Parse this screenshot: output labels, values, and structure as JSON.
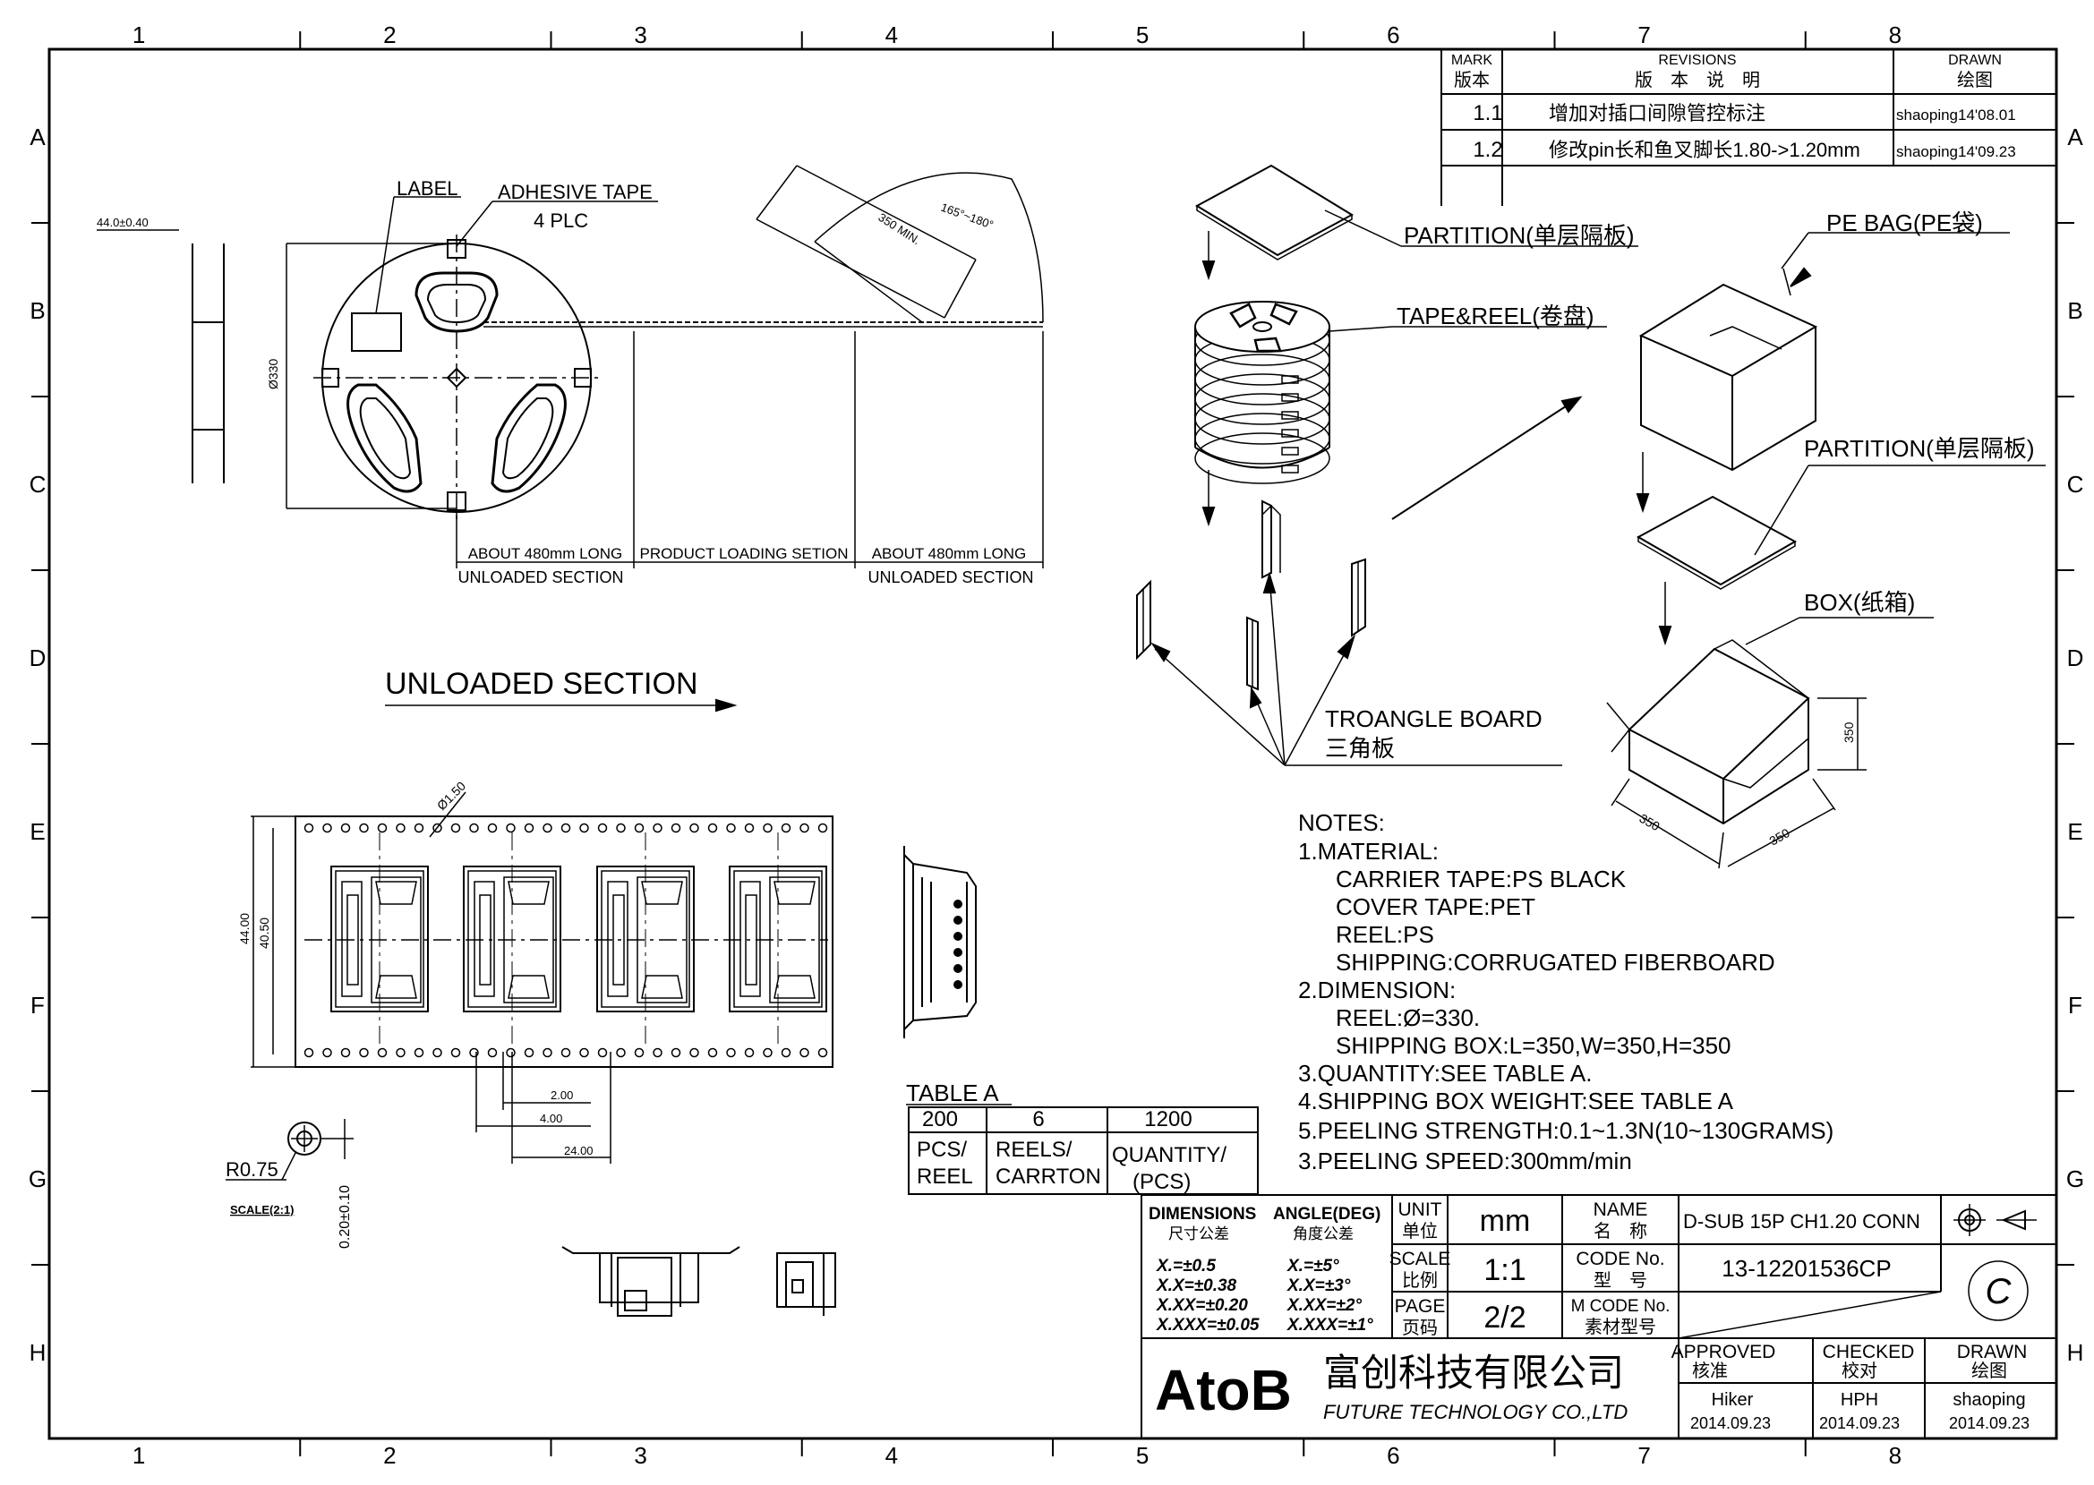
{
  "grid": {
    "cols": [
      "1",
      "2",
      "3",
      "4",
      "5",
      "6",
      "7",
      "8"
    ],
    "rows": [
      "A",
      "B",
      "C",
      "D",
      "E",
      "F",
      "G",
      "H"
    ]
  },
  "revisions": {
    "mark_header_en": "MARK",
    "mark_header_cn": "版本",
    "rev_header_en": "REVISIONS",
    "rev_header_cn": "版　本　说　明",
    "drawn_header_en": "DRAWN",
    "drawn_header_cn": "绘图",
    "rows": [
      {
        "mark": "1.1",
        "desc": "增加对插口间隙管控标注",
        "drawn": "shaoping14'08.01"
      },
      {
        "mark": "1.2",
        "desc": "修改pin长和鱼叉脚长1.80->1.20mm",
        "drawn": "shaoping14'09.23"
      }
    ]
  },
  "reel_view": {
    "width_dim": "44.0±0.40",
    "dia_dim": "Ø330",
    "label": "LABEL",
    "adhesive": "ADHESIVE TAPE",
    "plc": "4 PLC",
    "angle_dim": "165°~180°",
    "min_dim": "350 MIN.",
    "sec1_top": "ABOUT 480mm LONG",
    "sec1_bot": "UNLOADED SECTION",
    "sec2_top": "PRODUCT LOADING SETION",
    "sec3_top": "ABOUT 480mm LONG",
    "sec3_bot": "UNLOADED SECTION"
  },
  "unloaded_section_title": "UNLOADED SECTION",
  "tape_view": {
    "hole_dim": "Ø1.50",
    "h44": "44.00",
    "h40": "40.50",
    "p2": "2.00",
    "p4": "4.00",
    "p24": "24.00",
    "r075": "R0.75",
    "scale": "SCALE(2:1)",
    "t020": "0.20±0.10"
  },
  "packing": {
    "partition1": "PARTITION(单层隔板)",
    "tape_reel": "TAPE&REEL(卷盘)",
    "pe_bag": "PE BAG(PE袋)",
    "partition2": "PARTITION(单层隔板)",
    "box": "BOX(纸箱)",
    "box_h": "350",
    "box_l": "350",
    "box_w": "350",
    "triangle_en": "TROANGLE BOARD",
    "triangle_cn": "三角板"
  },
  "notes": {
    "title": "NOTES:",
    "lines": [
      "1.MATERIAL:",
      "CARRIER TAPE:PS BLACK",
      "COVER TAPE:PET",
      "REEL:PS",
      "SHIPPING:CORRUGATED FIBERBOARD",
      "2.DIMENSION:",
      "REEL:Ø=330.",
      "SHIPPING BOX:L=350,W=350,H=350",
      "3.QUANTITY:SEE TABLE A.",
      "4.SHIPPING BOX WEIGHT:SEE TABLE A",
      "5.PEELING STRENGTH:0.1~1.3N(10~130GRAMS)",
      "3.PEELING SPEED:300mm/min"
    ]
  },
  "table_a": {
    "title": "TABLE A",
    "row1": [
      "200",
      "6",
      "1200"
    ],
    "row2a": [
      "PCS/",
      "REELS/",
      "QUANTITY/"
    ],
    "row2b": [
      "REEL",
      "CARRTON",
      "(PCS)"
    ]
  },
  "title_block": {
    "dim_en": "DIMENSIONS",
    "dim_cn": "尺寸公差",
    "ang_en": "ANGLE(DEG)",
    "ang_cn": "角度公差",
    "tol": [
      "X.=±0.5",
      "X.X=±0.38",
      "X.XX=±0.20",
      "X.XXX=±0.05"
    ],
    "ang": [
      "X.=±5°",
      "X.X=±3°",
      "X.XX=±2°",
      "X.XXX=±1°"
    ],
    "unit_en": "UNIT",
    "unit_cn": "单位",
    "unit_val": "mm",
    "scale_en": "SCALE",
    "scale_cn": "比例",
    "scale_val": "1:1",
    "page_en": "PAGE",
    "page_cn": "页码",
    "page_val": "2/2",
    "name_en": "NAME",
    "name_cn": "名　称",
    "name_val": "D-SUB 15P CH1.20 CONN",
    "code_en": "CODE No.",
    "code_cn": "型　号",
    "code_val": "13-12201536CP",
    "mcode_en": "M CODE No.",
    "mcode_cn": "素材型号",
    "company_logo": "AtoB",
    "company_cn": "富创科技有限公司",
    "company_en": "FUTURE TECHNOLOGY CO.,LTD",
    "approved_en": "APPROVED",
    "approved_cn": "核准",
    "checked_en": "CHECKED",
    "checked_cn": "校对",
    "drawn_en": "DRAWN",
    "drawn_cn": "绘图",
    "approved_name": "Hiker",
    "checked_name": "HPH",
    "drawn_name": "shaoping",
    "approved_date": "2014.09.23",
    "checked_date": "2014.09.23",
    "drawn_date": "2014.09.23",
    "copyright": "C"
  }
}
